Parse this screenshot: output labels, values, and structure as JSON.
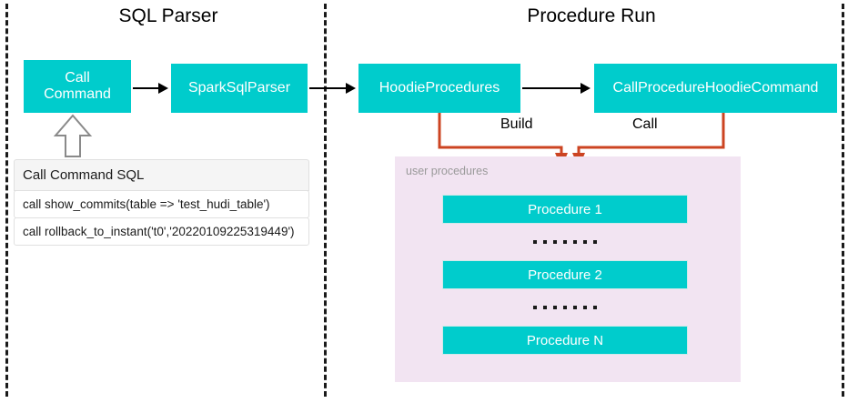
{
  "colors": {
    "node_fill": "#00CCCC",
    "node_text": "#FFFFFF",
    "connector_orange": "#CC4422",
    "panel_lavender": "#F2E4F2",
    "divider": "#1A1A1A",
    "muted_label": "#9A9A9A"
  },
  "sections": {
    "sql_parser_title": "SQL Parser",
    "procedure_run_title": "Procedure Run"
  },
  "nodes": {
    "call_command": "Call Command",
    "call_command_line1": "Call",
    "call_command_line2": "Command",
    "spark_sql_parser": "SparkSqlParser",
    "hoodie_procedures": "HoodieProcedures",
    "call_procedure_hoodie_command": "CallProcedureHoodieCommand"
  },
  "connectors": {
    "build_label": "Build",
    "call_label": "Call"
  },
  "sql_table": {
    "header": "Call Command SQL",
    "rows": [
      "call show_commits(table => 'test_hudi_table')",
      "call rollback_to_instant('t0','20220109225319449')"
    ]
  },
  "user_procedures": {
    "panel_label": "user procedures",
    "items": [
      "Procedure 1",
      "Procedure 2",
      "Procedure N"
    ],
    "ellipsis_dot_count": 7
  }
}
